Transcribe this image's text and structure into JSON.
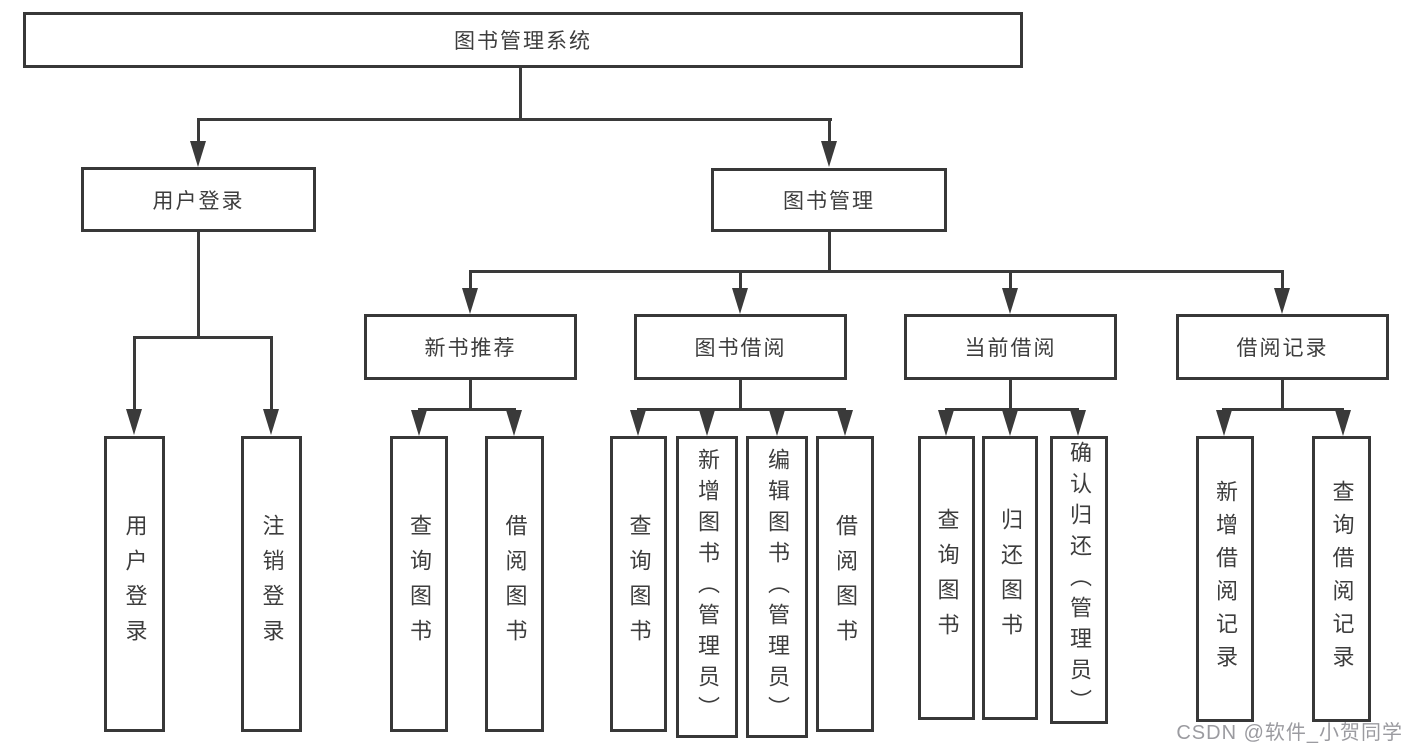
{
  "tree": {
    "root": "图书管理系统",
    "branches": [
      {
        "label": "用户登录",
        "children": [
          "用户登录",
          "注销登录"
        ]
      },
      {
        "label": "图书管理",
        "children": [
          {
            "label": "新书推荐",
            "children": [
              "查询图书",
              "借阅图书"
            ]
          },
          {
            "label": "图书借阅",
            "children": [
              "查询图书",
              "新增图书（管理员）",
              "编辑图书（管理员）",
              "借阅图书"
            ]
          },
          {
            "label": "当前借阅",
            "children": [
              "查询图书",
              "归还图书",
              "确认归还（管理员）"
            ]
          },
          {
            "label": "借阅记录",
            "children": [
              "新增借阅记录",
              "查询借阅记录"
            ]
          }
        ]
      }
    ]
  },
  "palette": {
    "line_color": "#3a3a3a",
    "border_color": "#383838",
    "text_color": "#3d3d3d",
    "background": "#ffffff",
    "watermark_color": "#9b9ba0"
  },
  "watermark": {
    "text": "CSDN @软件_小贺同学"
  }
}
